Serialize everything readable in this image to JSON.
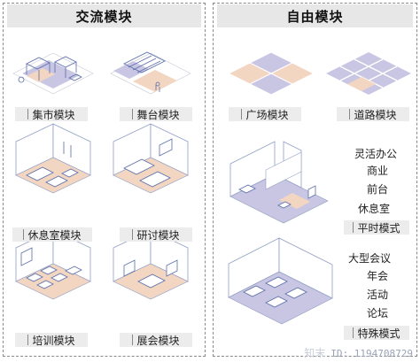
{
  "left_panel": {
    "title": "交流模块",
    "modules": [
      {
        "label": "集市模块"
      },
      {
        "label": "舞台模块"
      },
      {
        "label": "休息室模块"
      },
      {
        "label": "研讨模块"
      },
      {
        "label": "培训模块"
      },
      {
        "label": "展会模块"
      }
    ]
  },
  "right_panel": {
    "title": "自由模块",
    "modules": [
      {
        "label": "广场模块"
      },
      {
        "label": "道路模块"
      }
    ],
    "daily_mode": {
      "items": [
        "灵活办公",
        "商业",
        "前台",
        "休息室"
      ],
      "label": "平时模式"
    },
    "special_mode": {
      "items": [
        "大型会议",
        "年会",
        "活动",
        "论坛"
      ],
      "label": "特殊模式"
    }
  },
  "colors": {
    "purple": "#c9c6e4",
    "peach": "#f2d6c2",
    "line": "#5a6da8",
    "wall": "#ffffff"
  },
  "watermark": {
    "logo": "知末",
    "id": "ID: 1194708729"
  }
}
